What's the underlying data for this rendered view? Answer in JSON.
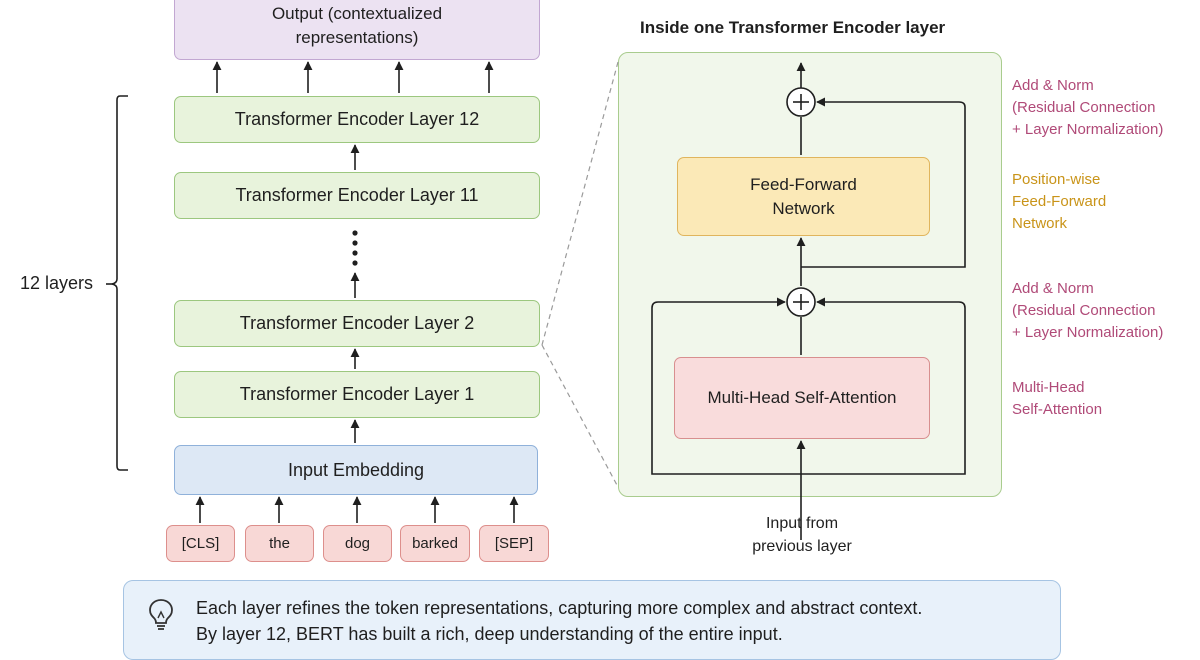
{
  "left_stack": {
    "output_label": "Output (contextualized representations)",
    "output_line1": "Output (contextualized",
    "output_line2": "representations)",
    "layers": [
      "Transformer Encoder Layer 12",
      "Transformer Encoder Layer 11",
      "Transformer Encoder Layer 2",
      "Transformer Encoder Layer 1"
    ],
    "embedding_label": "Input Embedding",
    "layers_count_label": "12 layers",
    "tokens": [
      "[CLS]",
      "the",
      "dog",
      "barked",
      "[SEP]"
    ]
  },
  "detail_panel": {
    "title": "Inside one Transformer Encoder layer",
    "ffn_label": "Feed-Forward Network",
    "ffn_line1": "Feed-Forward",
    "ffn_line2": "Network",
    "attention_label": "Multi-Head Self-Attention",
    "add_symbol": "+",
    "input_label_line1": "Input from",
    "input_label_line2": "previous layer"
  },
  "annotations": {
    "add_norm_top": [
      "Add & Norm",
      "(Residual Connection",
      "+ Layer Normalization)"
    ],
    "position_wise": [
      "Position-wise",
      "Feed-Forward",
      "Network"
    ],
    "add_norm_bottom": [
      "Add & Norm",
      "(Residual Connection",
      "+ Layer Normalization)"
    ],
    "multi_head": [
      "Multi-Head",
      "Self-Attention"
    ]
  },
  "callout": {
    "line1": "Each layer refines the token representations, capturing more complex and abstract context.",
    "line2": "By layer 12, BERT has built a rich, deep understanding of the entire input."
  },
  "colors": {
    "layer_fill": "#e8f3dc",
    "output_fill": "#ece2f2",
    "embedding_fill": "#dde8f5",
    "token_fill": "#f8d8d6",
    "ffn_fill": "#fbe9b7",
    "attention_fill": "#f9dcdc",
    "add_norm_text": "#b04a78",
    "position_wise_text": "#c99419"
  },
  "icons": [
    "lightbulb-icon",
    "plus-circle-icon"
  ]
}
